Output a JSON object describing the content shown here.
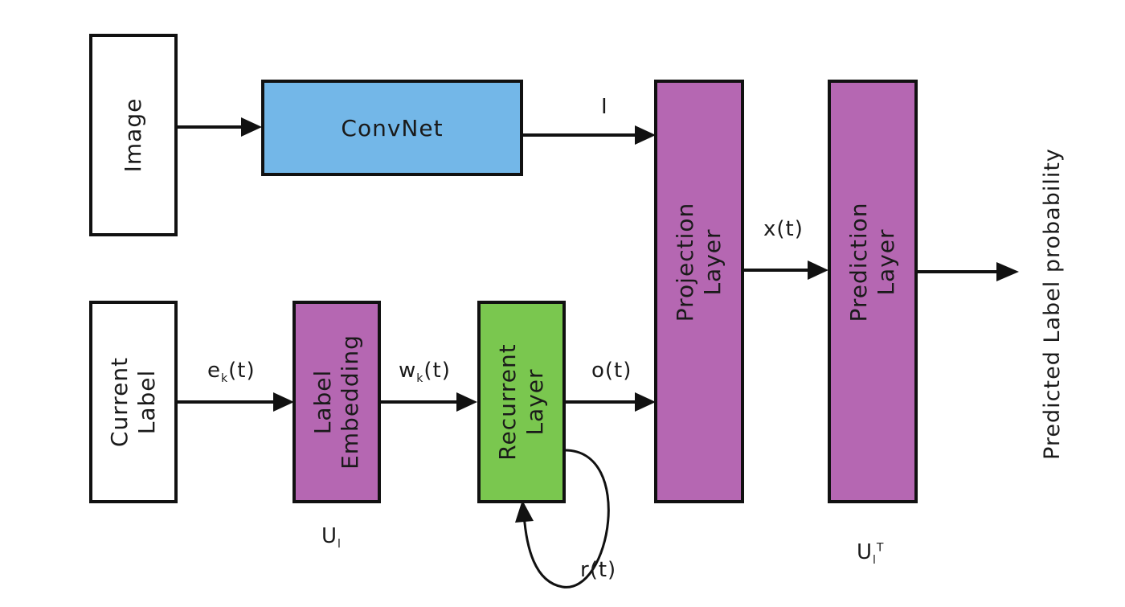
{
  "colors": {
    "convnet": "#73b7e8",
    "purple": "#b567b2",
    "recurrent": "#7ac74f",
    "white": "#ffffff",
    "stroke": "#111111"
  },
  "nodes": {
    "image": "Image",
    "convnet": "ConvNet",
    "current_label": [
      "Current",
      "Label"
    ],
    "label_embedding": [
      "Label",
      "Embedding"
    ],
    "recurrent_layer": [
      "Recurrent",
      "Layer"
    ],
    "projection_layer": [
      "Projection",
      "Layer"
    ],
    "prediction_layer": [
      "Prediction",
      "Layer"
    ],
    "output": "Predicted Label probability"
  },
  "edges": {
    "image_to_convnet": "",
    "convnet_to_projection": "I",
    "current_to_embedding": {
      "main": "e",
      "sub": "k",
      "tail": "(t)"
    },
    "embedding_to_recurrent": {
      "main": "w",
      "sub": "k",
      "tail": "(t)"
    },
    "recurrent_to_projection": "o(t)",
    "recurrent_loop": "r(t)",
    "projection_to_prediction": "x(t)"
  },
  "annotations": {
    "embedding_weight": {
      "main": "U",
      "sub": "l"
    },
    "prediction_weight": {
      "main": "U",
      "sub": "l",
      "sup": "T"
    }
  }
}
